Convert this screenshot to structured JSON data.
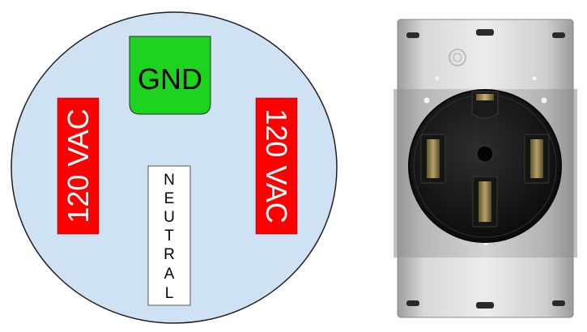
{
  "diagram": {
    "ground_label": "GND",
    "hot_left_label": "120 VAC",
    "hot_right_label": "120 VAC",
    "neutral_letters": [
      "N",
      "E",
      "U",
      "T",
      "R",
      "A",
      "L"
    ],
    "colors": {
      "face": "#cfe2f3",
      "face_stroke": "#1f1f1f",
      "ground": "#1dd31d",
      "hot": "#ff0000",
      "neutral": "#ffffff",
      "text_dark": "#000000",
      "text_light": "#ffffff"
    }
  },
  "receptacle_photo": {
    "icons": [
      "ul-listed-mark"
    ]
  }
}
